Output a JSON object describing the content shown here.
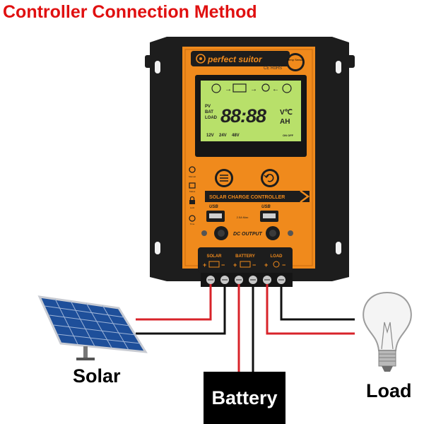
{
  "title": "Controller Connection Method",
  "brand": "perfect suitor",
  "certs": "CE RoHS",
  "temp_sensor": "Temp Sensor",
  "lcd": {
    "row_labels": [
      "PV",
      "BAT",
      "LOAD"
    ],
    "digits": "88:88",
    "units_top": "V℃",
    "units_bottom": "AH",
    "voltages": [
      "12V",
      "24V",
      "48V"
    ],
    "on_off": "ON OFF"
  },
  "product_label": "SOLAR CHARGE CONTROLLER",
  "usb_label": "USB",
  "usb_rating": "2.5A Max",
  "dc_output": "DC OUTPUT",
  "side_labels": [
    "Manual",
    "Status",
    "Lock",
    "Time"
  ],
  "terminals": {
    "solar": "SOLAR",
    "battery": "BATTERY",
    "load": "LOAD",
    "plus": "+",
    "minus": "−"
  },
  "labels": {
    "solar": "Solar",
    "battery": "Battery",
    "load": "Load"
  },
  "colors": {
    "controller_orange": "#f08a1c",
    "controller_body": "#1c1c1c",
    "lcd_green": "#b8e06a",
    "title_red": "#e01010",
    "wire_red": "#d8232a",
    "wire_black": "#111111"
  }
}
